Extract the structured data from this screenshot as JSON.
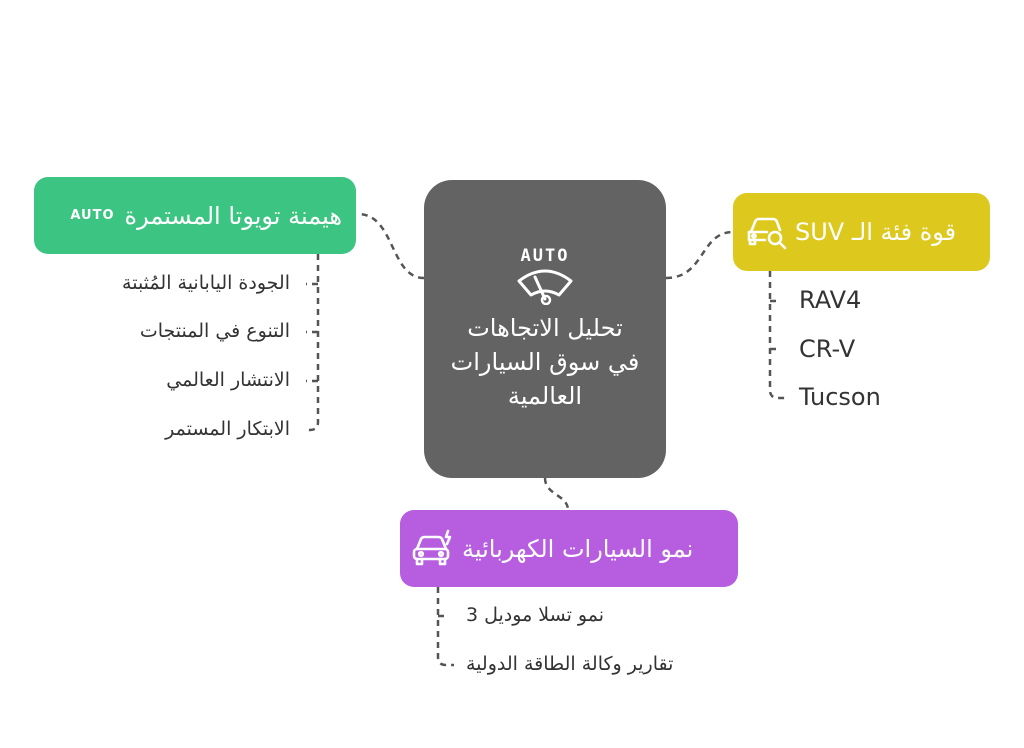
{
  "center": {
    "title": "تحليل الاتجاهات في سوق السيارات العالمية",
    "icon_text": "AUTO",
    "icon": "auto-wiper-icon"
  },
  "branches": {
    "toyota": {
      "label": "هيمنة تويوتا المستمرة",
      "icon_text": "AUTO",
      "color": "#3cc482",
      "items": [
        "الجودة اليابانية المُثبتة",
        "التنوع في المنتجات",
        "الانتشار العالمي",
        "الابتكار المستمر"
      ]
    },
    "suv": {
      "label": "قوة فئة الـ SUV",
      "icon": "car-search-icon",
      "color": "#ddc81e",
      "items": [
        "RAV4",
        "CR-V",
        "Tucson"
      ]
    },
    "ev": {
      "label": "نمو السيارات الكهربائية",
      "icon": "electric-car-icon",
      "color": "#b65de0",
      "items": [
        "نمو تسلا موديل 3",
        "تقارير وكالة الطاقة الدولية"
      ]
    }
  },
  "center_color": "#636363",
  "connector_color": "#555555"
}
